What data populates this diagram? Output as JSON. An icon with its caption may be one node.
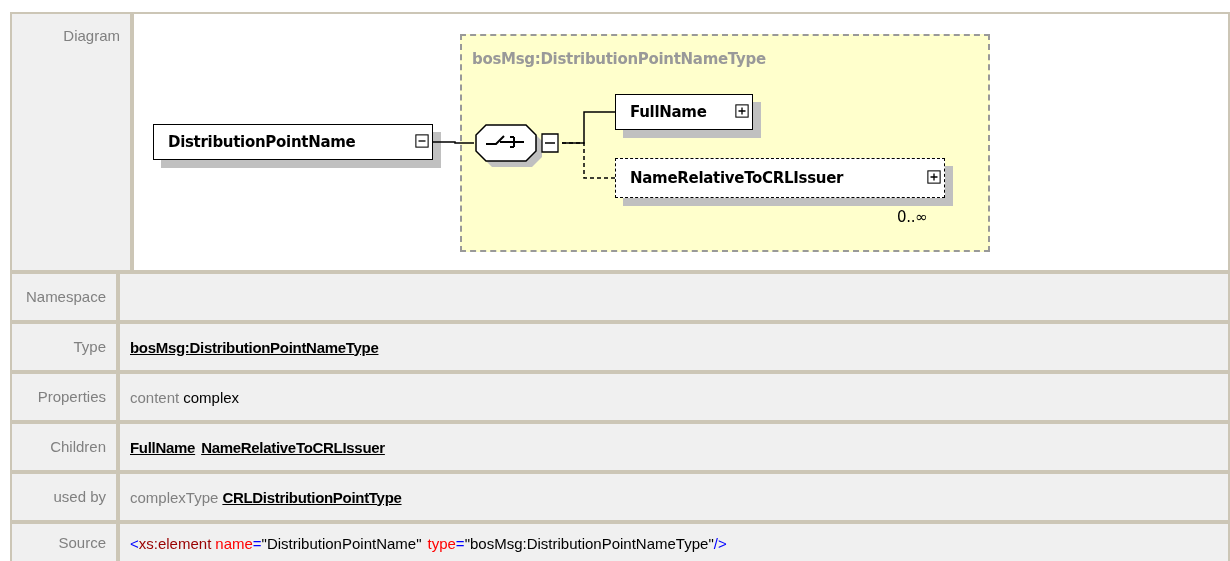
{
  "diagram": {
    "nodes": [
      {
        "text": [
          "DistributionPointName"
        ]
      },
      {
        "text": [
          "bosMsg:DistributionPointNameType"
        ]
      },
      {
        "text": [],
        "shape": "octagon",
        "in": 1
      },
      {
        "text": [
          "FullName"
        ],
        "in": 1
      },
      {
        "text": [
          "NameRelativeToCRLIssuer"
        ],
        "in": 1,
        "beside": [
          "0..∞"
        ]
      }
    ],
    "edges": [
      {
        "from": 0,
        "to": 2,
        "arrow": "none"
      },
      {
        "from": 2,
        "to": 3,
        "arrow": "none"
      },
      {
        "from": 2,
        "to": 4,
        "arrow": "none",
        "style": "dashed"
      }
    ],
    "labels": [
      "Diagram",
      "Namespace",
      "Type",
      "bosMsg:DistributionPointNameType",
      "Properties",
      "content",
      "complex",
      "Children",
      "FullName",
      "NameRelativeToCRLIssuer",
      "used by",
      "complexType",
      "CRLDistributionPointType",
      "Source",
      "<",
      "xs:element",
      "name",
      "=",
      "\"DistributionPointName\"",
      "type",
      "=",
      "\"bosMsg:DistributionPointNameType\"",
      "/>"
    ]
  }
}
